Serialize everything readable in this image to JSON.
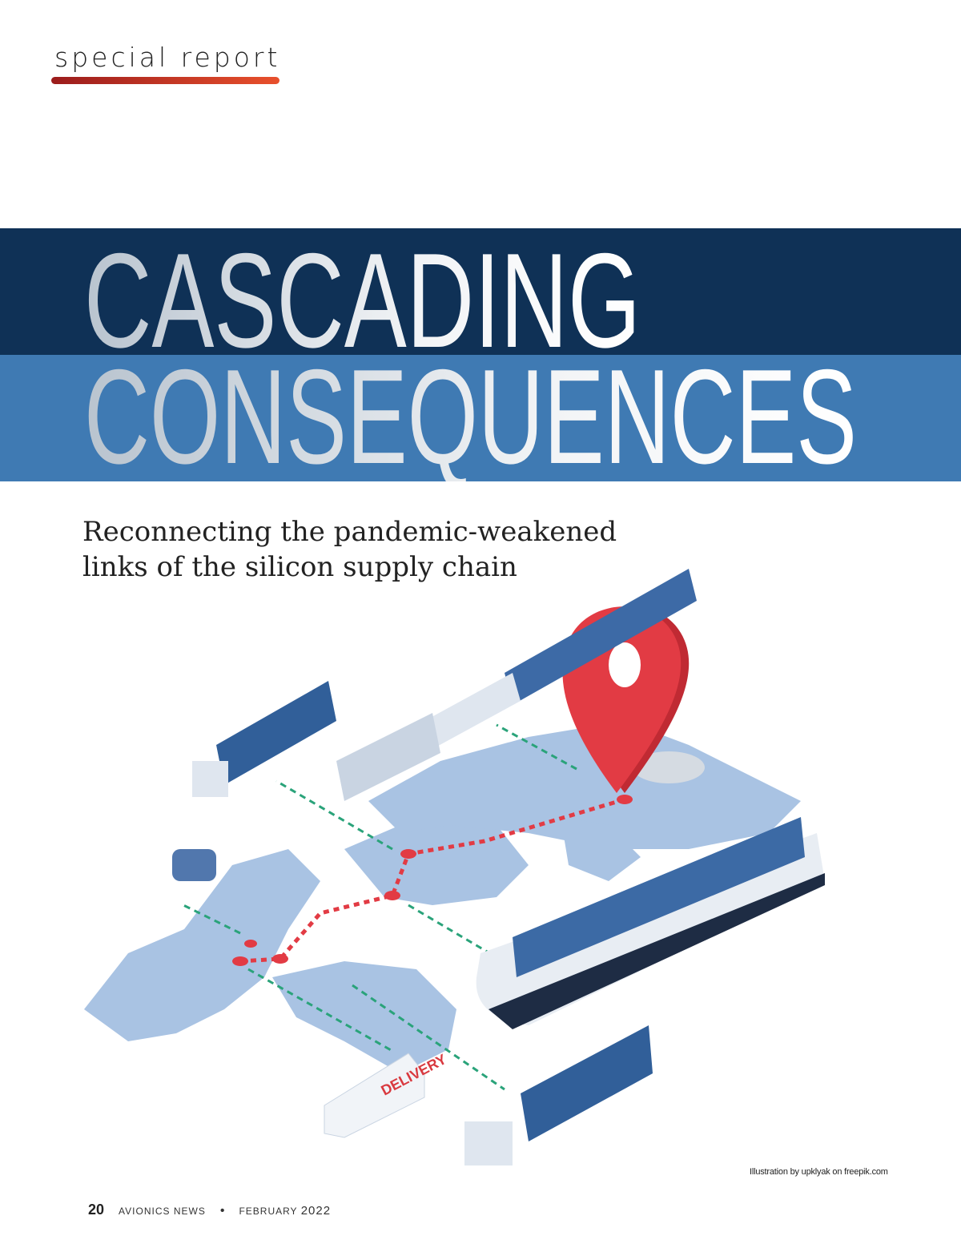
{
  "header": {
    "section": "special report"
  },
  "title": {
    "line1": "CASCADING",
    "line2": "CONSEQUENCES"
  },
  "subtitle": {
    "line1": "Reconnecting the pandemic-weakened",
    "line2": "links of the silicon supply chain"
  },
  "illustration": {
    "van_text": "DELIVERY",
    "credit": "Illustration by upklyak on freepik.com"
  },
  "footer": {
    "page_number": "20",
    "publication": "AVIONICS NEWS",
    "separator": "•",
    "month": "FEBRUARY",
    "year": "2022"
  },
  "colors": {
    "navy": "#0f3156",
    "blue": "#3f7ab3",
    "accent_red": "#e23b44",
    "map": "#a9c3e3"
  }
}
